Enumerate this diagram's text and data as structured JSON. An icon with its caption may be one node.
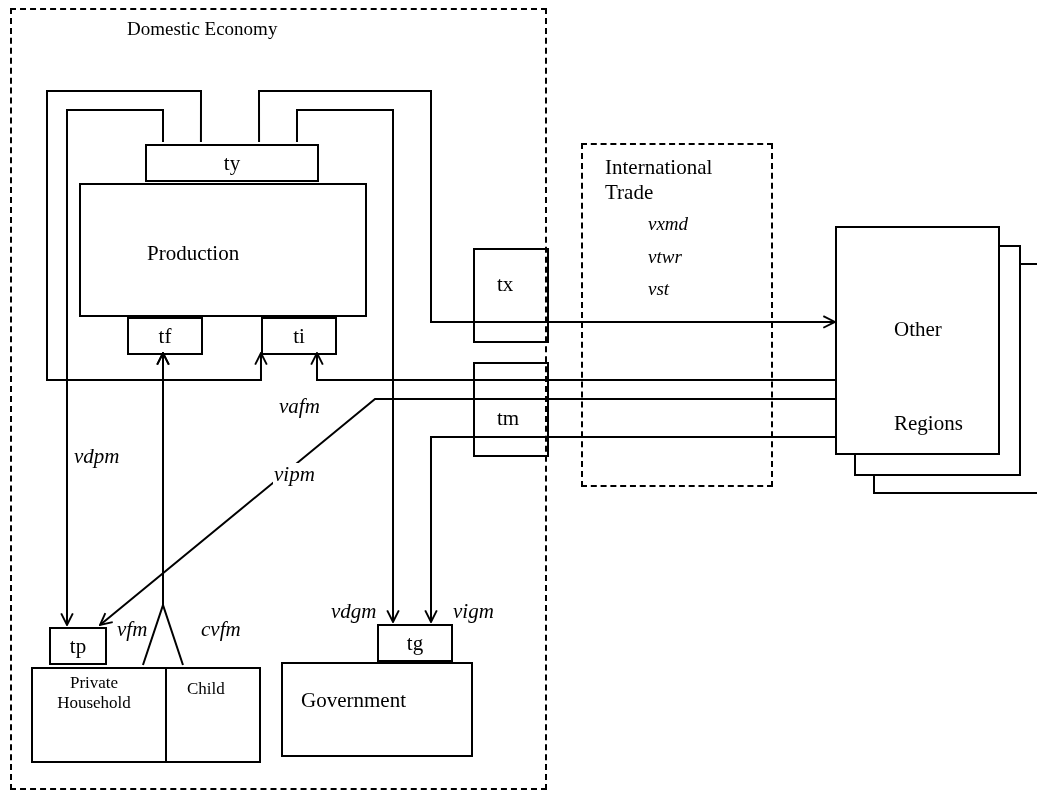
{
  "diagram": {
    "nodes": [
      {
        "text": [
          "Domestic Economy"
        ]
      },
      {
        "text": [
          "ty"
        ],
        "in": 0
      },
      {
        "text": [
          "Production"
        ],
        "in": 0
      },
      {
        "text": [
          "tf"
        ],
        "in": 0
      },
      {
        "text": [
          "ti"
        ],
        "in": 0
      },
      {
        "text": [
          "tx"
        ],
        "in": 0
      },
      {
        "text": [
          "tm"
        ],
        "in": 0
      },
      {
        "text": [
          "tp"
        ],
        "in": 0
      },
      {
        "text": [
          "Private Household"
        ],
        "in": 0
      },
      {
        "text": [
          "Child"
        ],
        "in": 0
      },
      {
        "text": [
          "tg"
        ],
        "in": 0
      },
      {
        "text": [
          "Government"
        ],
        "in": 0
      },
      {
        "text": [
          "International Trade",
          "vxmd",
          "vtwr",
          "vst"
        ]
      },
      {
        "text": [
          "Other Regions"
        ]
      }
    ],
    "edges": [
      {
        "from": 1,
        "to": 4,
        "arrow": "to"
      },
      {
        "from": 1,
        "to": 7,
        "arrow": "to",
        "label": "vdpm"
      },
      {
        "from": 1,
        "to": 5,
        "arrow": "none"
      },
      {
        "from": 5,
        "to": 12,
        "arrow": "none"
      },
      {
        "from": 12,
        "to": 13,
        "arrow": "to"
      },
      {
        "from": 1,
        "to": 10,
        "arrow": "to",
        "label": "vdgm"
      },
      {
        "from": 13,
        "to": 12,
        "arrow": "none"
      },
      {
        "from": 12,
        "to": 6,
        "arrow": "none"
      },
      {
        "from": 6,
        "to": 4,
        "arrow": "to"
      },
      {
        "from": 13,
        "to": 12,
        "arrow": "none"
      },
      {
        "from": 12,
        "to": 6,
        "arrow": "none"
      },
      {
        "from": 6,
        "to": 7,
        "arrow": "to",
        "label": "vipm"
      },
      {
        "from": 13,
        "to": 12,
        "arrow": "none"
      },
      {
        "from": 12,
        "to": 6,
        "arrow": "none"
      },
      {
        "from": 6,
        "to": 10,
        "arrow": "to",
        "label": "vigm"
      },
      {
        "from": 8,
        "to": 3,
        "arrow": "to",
        "label": "vfm"
      },
      {
        "from": 9,
        "to": 3,
        "arrow": "to",
        "label": "cvfm"
      }
    ],
    "labels": [
      "vafm"
    ]
  }
}
